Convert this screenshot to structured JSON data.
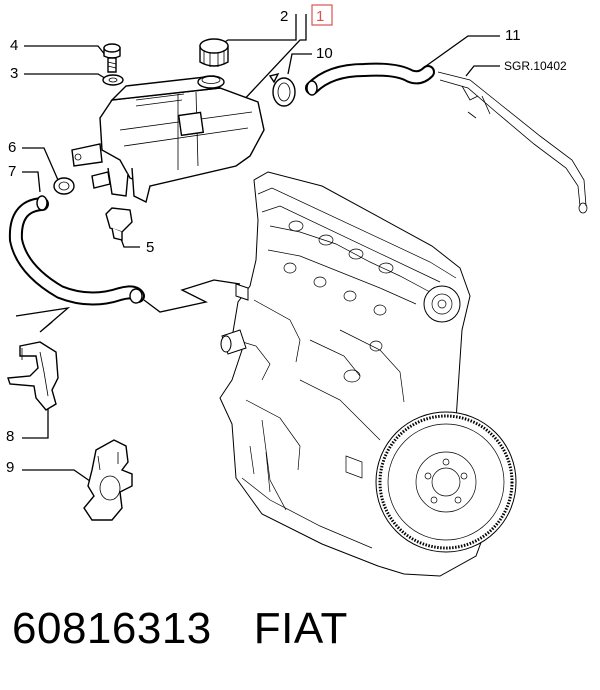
{
  "diagram": {
    "callouts": [
      {
        "id": "c1",
        "label": "1",
        "highlighted": true
      },
      {
        "id": "c2",
        "label": "2"
      },
      {
        "id": "c3",
        "label": "3"
      },
      {
        "id": "c4",
        "label": "4"
      },
      {
        "id": "c5",
        "label": "5"
      },
      {
        "id": "c6",
        "label": "6"
      },
      {
        "id": "c7",
        "label": "7"
      },
      {
        "id": "c8",
        "label": "8"
      },
      {
        "id": "c9",
        "label": "9"
      },
      {
        "id": "c10",
        "label": "10"
      },
      {
        "id": "c11",
        "label": "11"
      }
    ],
    "reference": "SGR.10402",
    "highlight_color": "#d9534f"
  },
  "footer": {
    "part_number": "60816313",
    "brand": "FIAT"
  }
}
